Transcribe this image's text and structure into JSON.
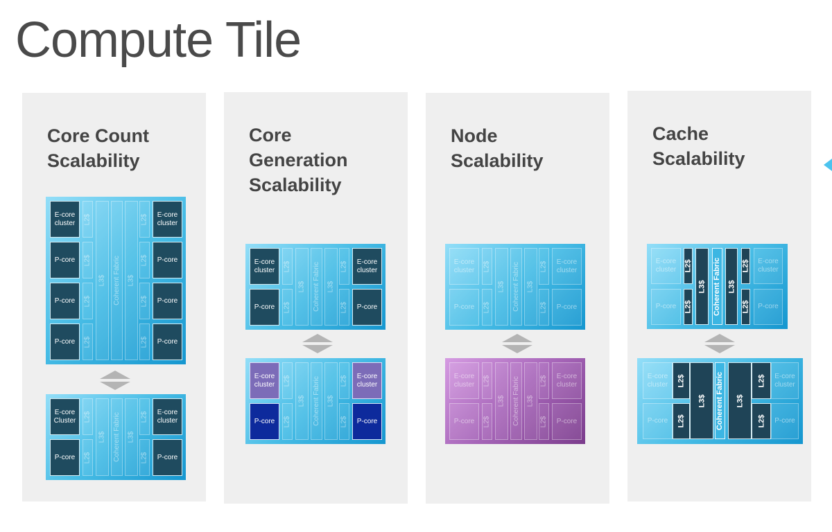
{
  "title": "Compute Tile",
  "colors": {
    "chip_blue": "#48bde6",
    "chip_purple": "#a766b9",
    "core_dark": "#1f4b5f",
    "ecore_lavender": "#7c6cb8",
    "pcore_navy": "#0d2a9c",
    "panel_bg": "#efefef"
  },
  "panels": [
    {
      "title_lines": [
        "Core Count",
        "Scalability"
      ],
      "chips": [
        {
          "variant": "blue",
          "rows": [
            {
              "left_core": {
                "label": "E-core cluster",
                "style": "dark"
              },
              "left_l2": {
                "label": "L2$",
                "style": "faint"
              },
              "right_l2": {
                "label": "L2$",
                "style": "faint"
              },
              "right_core": {
                "label": "E-core cluster",
                "style": "dark"
              }
            },
            {
              "left_core": {
                "label": "P-core",
                "style": "dark"
              },
              "left_l2": {
                "label": "L2$",
                "style": "faint"
              },
              "right_l2": {
                "label": "L2$",
                "style": "faint"
              },
              "right_core": {
                "label": "P-core",
                "style": "dark"
              }
            },
            {
              "left_core": {
                "label": "P-core",
                "style": "dark"
              },
              "left_l2": {
                "label": "L2$",
                "style": "faint"
              },
              "right_l2": {
                "label": "L2$",
                "style": "faint"
              },
              "right_core": {
                "label": "P-core",
                "style": "dark"
              }
            },
            {
              "left_core": {
                "label": "P-core",
                "style": "dark"
              },
              "left_l2": {
                "label": "L2$",
                "style": "faint"
              },
              "right_l2": {
                "label": "L2$",
                "style": "faint"
              },
              "right_core": {
                "label": "P-core",
                "style": "dark"
              }
            }
          ],
          "spine": {
            "l3_left": {
              "label": "L3$",
              "style": "faint"
            },
            "fabric": {
              "label": "Coherent Fabric",
              "style": "faint"
            },
            "l3_right": {
              "label": "L3$",
              "style": "faint"
            }
          }
        },
        {
          "variant": "blue",
          "rows": [
            {
              "left_core": {
                "label": "E-core Cluster",
                "style": "dark"
              },
              "left_l2": {
                "label": "L2$",
                "style": "faint"
              },
              "right_l2": {
                "label": "L2$",
                "style": "faint"
              },
              "right_core": {
                "label": "E-core cluster",
                "style": "dark"
              }
            },
            {
              "left_core": {
                "label": "P-core",
                "style": "dark"
              },
              "left_l2": {
                "label": "L2$",
                "style": "faint"
              },
              "right_l2": {
                "label": "L2$",
                "style": "faint"
              },
              "right_core": {
                "label": "P-core",
                "style": "dark"
              }
            }
          ],
          "spine": {
            "l3_left": {
              "label": "L3$",
              "style": "faint"
            },
            "fabric": {
              "label": "Coherent Fabric",
              "style": "faint"
            },
            "l3_right": {
              "label": "L3$",
              "style": "faint"
            }
          }
        }
      ]
    },
    {
      "title_lines": [
        "Core",
        "Generation",
        "Scalability"
      ],
      "chips": [
        {
          "variant": "blue",
          "rows": [
            {
              "left_core": {
                "label": "E-core cluster",
                "style": "dark"
              },
              "left_l2": {
                "label": "L2$",
                "style": "faint"
              },
              "right_l2": {
                "label": "L2$",
                "style": "faint"
              },
              "right_core": {
                "label": "E-core cluster",
                "style": "dark"
              }
            },
            {
              "left_core": {
                "label": "P-core",
                "style": "dark"
              },
              "left_l2": {
                "label": "L2$",
                "style": "faint"
              },
              "right_l2": {
                "label": "L2$",
                "style": "faint"
              },
              "right_core": {
                "label": "P-core",
                "style": "dark"
              }
            }
          ],
          "spine": {
            "l3_left": {
              "label": "L3$",
              "style": "faint"
            },
            "fabric": {
              "label": "Coherent Fabric",
              "style": "faint"
            },
            "l3_right": {
              "label": "L3$",
              "style": "faint"
            }
          }
        },
        {
          "variant": "blue",
          "rows": [
            {
              "left_core": {
                "label": "E-core cluster",
                "style": "lavender"
              },
              "left_l2": {
                "label": "L2$",
                "style": "faint"
              },
              "right_l2": {
                "label": "L2$",
                "style": "faint"
              },
              "right_core": {
                "label": "E-core cluster",
                "style": "lavender"
              }
            },
            {
              "left_core": {
                "label": "P-core",
                "style": "navy"
              },
              "left_l2": {
                "label": "L2$",
                "style": "faint"
              },
              "right_l2": {
                "label": "L2$",
                "style": "faint"
              },
              "right_core": {
                "label": "P-core",
                "style": "navy"
              }
            }
          ],
          "spine": {
            "l3_left": {
              "label": "L3$",
              "style": "faint"
            },
            "fabric": {
              "label": "Coherent Fabric",
              "style": "faint"
            },
            "l3_right": {
              "label": "L3$",
              "style": "faint"
            }
          }
        }
      ]
    },
    {
      "title_lines": [
        "Node",
        "Scalability"
      ],
      "chips": [
        {
          "variant": "blue",
          "rows": [
            {
              "left_core": {
                "label": "E-core cluster",
                "style": "faint"
              },
              "left_l2": {
                "label": "L2$",
                "style": "faint"
              },
              "right_l2": {
                "label": "L2$",
                "style": "faint"
              },
              "right_core": {
                "label": "E-core cluster",
                "style": "faint"
              }
            },
            {
              "left_core": {
                "label": "P-core",
                "style": "faint"
              },
              "left_l2": {
                "label": "L2$",
                "style": "faint"
              },
              "right_l2": {
                "label": "L2$",
                "style": "faint"
              },
              "right_core": {
                "label": "P-core",
                "style": "faint"
              }
            }
          ],
          "spine": {
            "l3_left": {
              "label": "L3$",
              "style": "faint"
            },
            "fabric": {
              "label": "Coherent Fabric",
              "style": "faint"
            },
            "l3_right": {
              "label": "L3$",
              "style": "faint"
            }
          }
        },
        {
          "variant": "purple",
          "rows": [
            {
              "left_core": {
                "label": "E-core cluster",
                "style": "faint"
              },
              "left_l2": {
                "label": "L2$",
                "style": "faint"
              },
              "right_l2": {
                "label": "L2$",
                "style": "faint"
              },
              "right_core": {
                "label": "E-core cluster",
                "style": "faint"
              }
            },
            {
              "left_core": {
                "label": "P-core",
                "style": "faint"
              },
              "left_l2": {
                "label": "L2$",
                "style": "faint"
              },
              "right_l2": {
                "label": "L2$",
                "style": "faint"
              },
              "right_core": {
                "label": "P-core",
                "style": "faint"
              }
            }
          ],
          "spine": {
            "l3_left": {
              "label": "L3$",
              "style": "faint"
            },
            "fabric": {
              "label": "Coherent Fabric",
              "style": "faint"
            },
            "l3_right": {
              "label": "L3$",
              "style": "faint"
            }
          }
        }
      ]
    },
    {
      "title_lines": [
        "Cache",
        "Scalability"
      ],
      "chips": [
        {
          "variant": "blue",
          "rows": [
            {
              "left_core": {
                "label": "E-core cluster",
                "style": "faint"
              },
              "left_l2": {
                "label": "L2$",
                "style": "cache"
              },
              "right_l2": {
                "label": "L2$",
                "style": "cache"
              },
              "right_core": {
                "label": "E-core cluster",
                "style": "faint"
              }
            },
            {
              "left_core": {
                "label": "P-core",
                "style": "faint"
              },
              "left_l2": {
                "label": "L2$",
                "style": "cache"
              },
              "right_l2": {
                "label": "L2$",
                "style": "cache"
              },
              "right_core": {
                "label": "P-core",
                "style": "faint"
              }
            }
          ],
          "spine": {
            "l3_left": {
              "label": "L3$",
              "style": "cache"
            },
            "fabric": {
              "label": "Coherent Fabric",
              "style": "bright"
            },
            "l3_right": {
              "label": "L3$",
              "style": "cache"
            }
          }
        },
        {
          "variant": "blue",
          "rows": [
            {
              "left_core": {
                "label": "E-core cluster",
                "style": "faint"
              },
              "left_l2": {
                "label": "L2$",
                "style": "cache"
              },
              "right_l2": {
                "label": "L2$",
                "style": "cache"
              },
              "right_core": {
                "label": "E-core cluster",
                "style": "faint"
              }
            },
            {
              "left_core": {
                "label": "P-core",
                "style": "faint"
              },
              "left_l2": {
                "label": "L2$",
                "style": "cache"
              },
              "right_l2": {
                "label": "L2$",
                "style": "cache"
              },
              "right_core": {
                "label": "P-core",
                "style": "faint"
              }
            }
          ],
          "spine": {
            "l3_left": {
              "label": "L3$",
              "style": "cache"
            },
            "fabric": {
              "label": "Coherent Fabric",
              "style": "bright"
            },
            "l3_right": {
              "label": "L3$",
              "style": "cache"
            }
          }
        }
      ]
    }
  ]
}
